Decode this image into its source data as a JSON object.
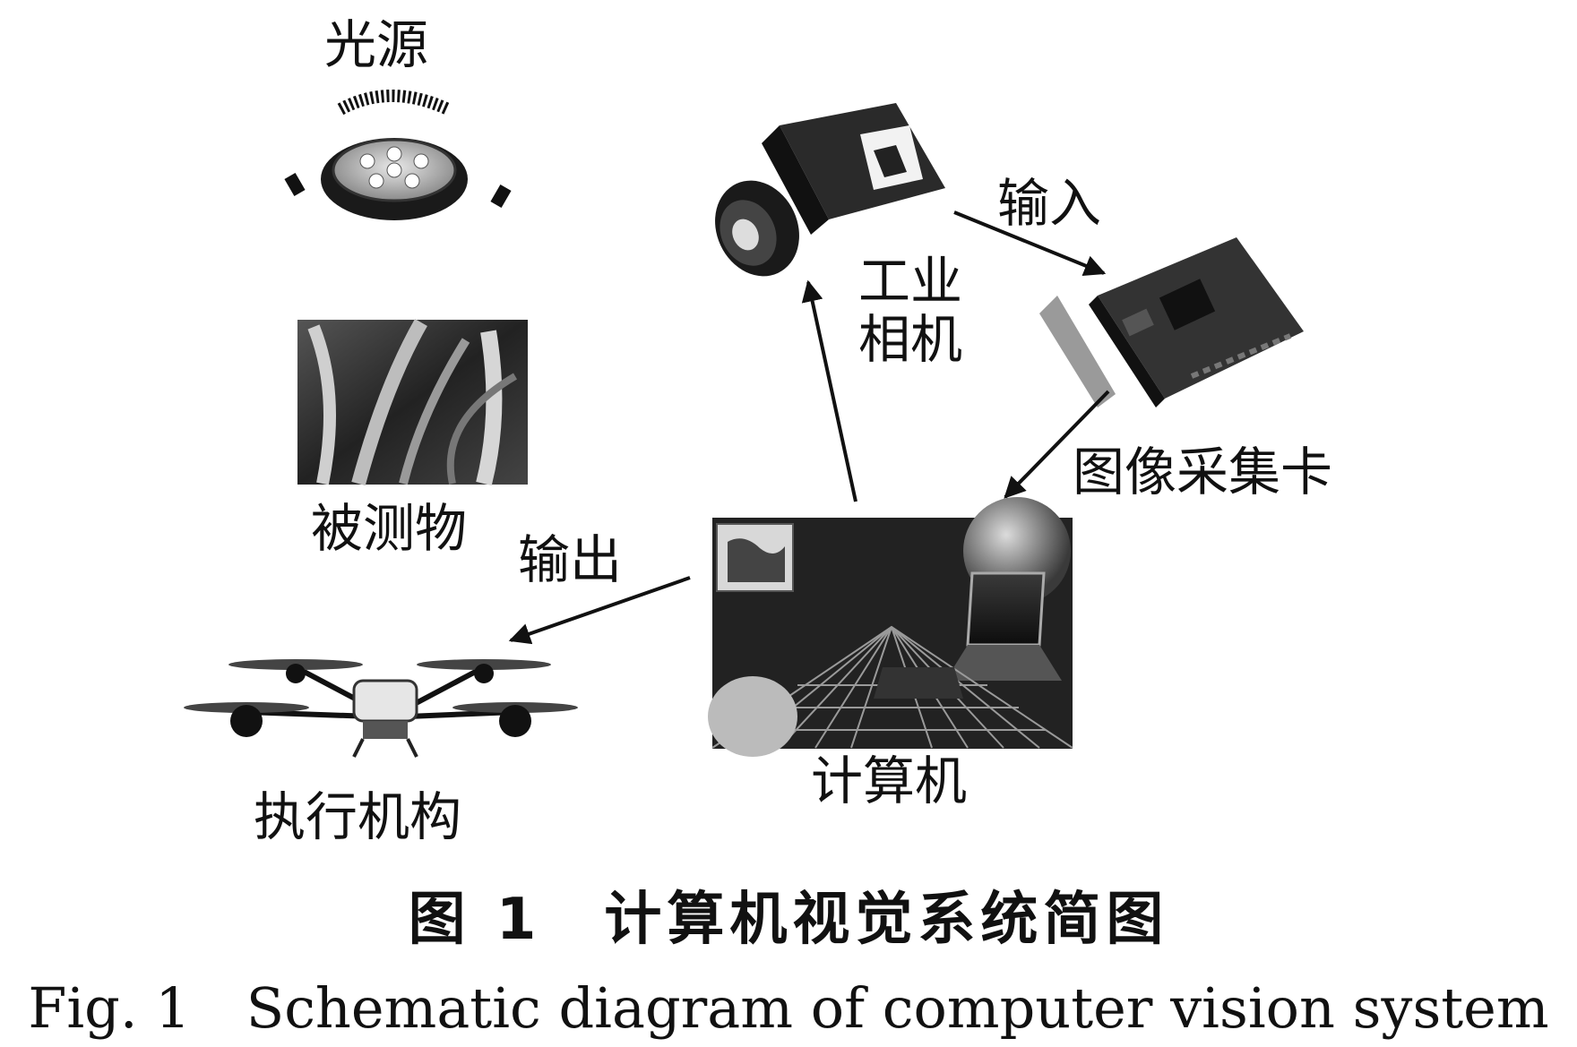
{
  "labels": {
    "light_source": "光源",
    "camera_line1": "工业",
    "camera_line2": "相机",
    "object": "被测物",
    "input": "输入",
    "capture_card": "图像采集卡",
    "output": "输出",
    "computer": "计算机",
    "actuator": "执行机构"
  },
  "caption": {
    "cn": "图 1　计算机视觉系统简图",
    "en": "Fig. 1　Schematic diagram of computer vision system"
  }
}
